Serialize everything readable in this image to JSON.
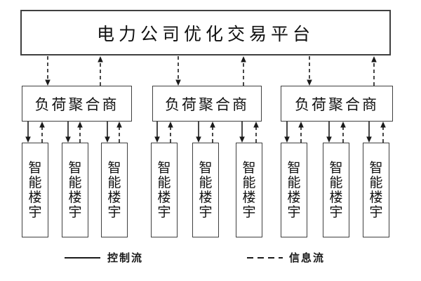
{
  "diagram": {
    "platform": {
      "label": "电力公司优化交易平台"
    },
    "aggregators": [
      {
        "label": "负荷聚合商"
      },
      {
        "label": "负荷聚合商"
      },
      {
        "label": "负荷聚合商"
      }
    ],
    "buildings": [
      {
        "label": "智能楼宇"
      },
      {
        "label": "智能楼宇"
      },
      {
        "label": "智能楼宇"
      },
      {
        "label": "智能楼宇"
      },
      {
        "label": "智能楼宇"
      },
      {
        "label": "智能楼宇"
      },
      {
        "label": "智能楼宇"
      },
      {
        "label": "智能楼宇"
      },
      {
        "label": "智能楼宇"
      }
    ],
    "legend": {
      "control_label": "控制流",
      "info_label": "信息流"
    },
    "flows": {
      "control_style": "solid",
      "info_style": "dashed"
    },
    "colors": {
      "background": "#ffffff",
      "line": "#1a1a1a",
      "box_border": "#3f3f3f",
      "text": "#111111"
    }
  }
}
